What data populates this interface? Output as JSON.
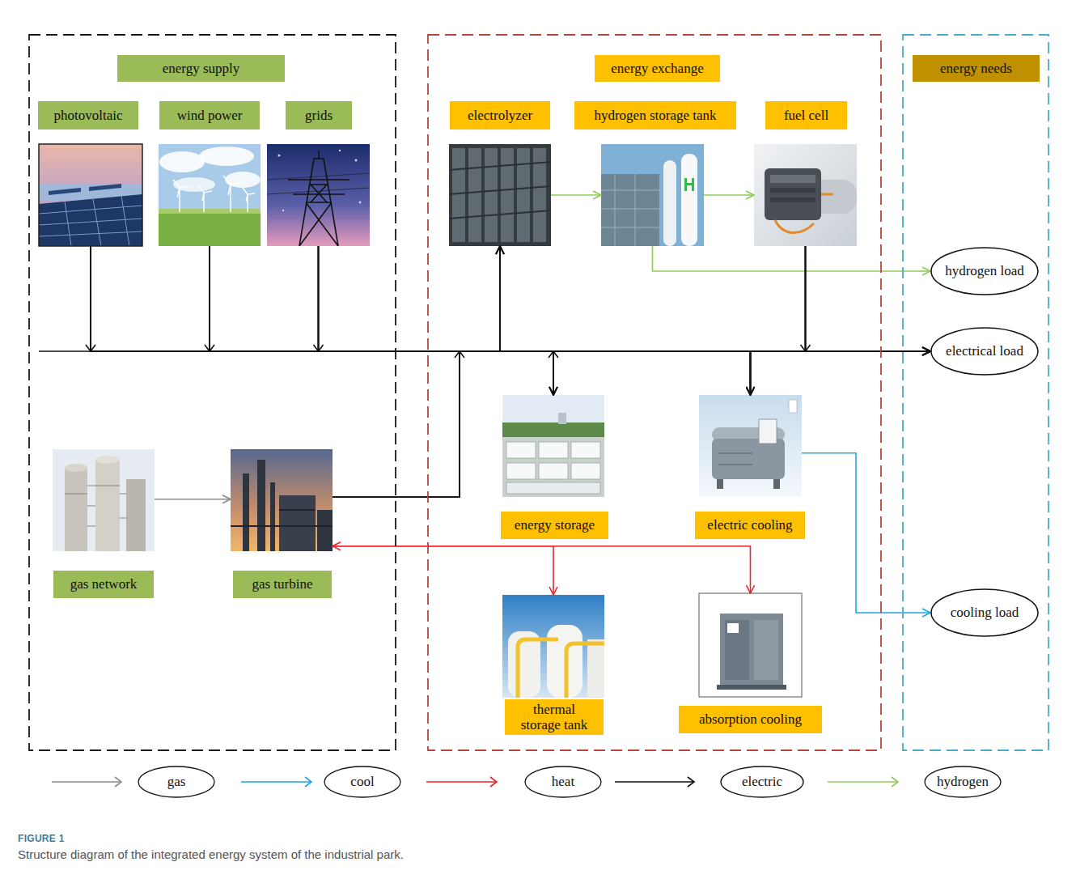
{
  "diagram": {
    "caption": "Structure diagram of the integrated energy system of the industrial park.",
    "nodes": [
      {
        "text": [
          "energy supply"
        ]
      },
      {
        "text": [
          "photovoltaic"
        ],
        "in": 0
      },
      {
        "text": [
          "wind power"
        ],
        "in": 0
      },
      {
        "text": [
          "grids"
        ],
        "in": 0
      },
      {
        "text": [
          "gas network"
        ],
        "in": 0
      },
      {
        "text": [
          "gas turbine"
        ],
        "in": 0
      },
      {
        "text": [
          "energy exchange"
        ]
      },
      {
        "text": [
          "electrolyzer"
        ],
        "in": 6
      },
      {
        "text": [
          "hydrogen storage tank"
        ],
        "in": 6
      },
      {
        "text": [
          "fuel cell"
        ],
        "in": 6
      },
      {
        "text": [
          "energy storage"
        ],
        "in": 6
      },
      {
        "text": [
          "electric cooling"
        ],
        "in": 6
      },
      {
        "text": [
          "thermal storage tank"
        ],
        "in": 6
      },
      {
        "text": [
          "absorption cooling"
        ],
        "in": 6
      },
      {
        "text": [
          "energy needs"
        ]
      },
      {
        "text": [
          "hydrogen load"
        ],
        "in": 14
      },
      {
        "text": [
          "electrical load"
        ],
        "in": 14
      },
      {
        "text": [
          "cooling load"
        ],
        "in": 14
      }
    ],
    "edges": [
      {
        "from": 4,
        "to": 5,
        "arrow": "to"
      },
      {
        "from": 5,
        "to": 12,
        "arrow": "both"
      },
      {
        "from": 5,
        "to": 13,
        "arrow": "to"
      },
      {
        "from": 7,
        "to": 8,
        "arrow": "to"
      },
      {
        "from": 8,
        "to": 9,
        "arrow": "to"
      },
      {
        "from": 8,
        "to": 15,
        "arrow": "to"
      },
      {
        "from": 11,
        "to": 17,
        "arrow": "to"
      },
      {
        "from": 1,
        "to": 7,
        "arrow": "to"
      },
      {
        "from": 1,
        "to": 10,
        "arrow": "to"
      },
      {
        "from": 1,
        "to": 11,
        "arrow": "to"
      },
      {
        "from": 1,
        "to": 16,
        "arrow": "to"
      },
      {
        "from": 2,
        "to": 7,
        "arrow": "to"
      },
      {
        "from": 2,
        "to": 10,
        "arrow": "to"
      },
      {
        "from": 2,
        "to": 11,
        "arrow": "to"
      },
      {
        "from": 2,
        "to": 16,
        "arrow": "to"
      },
      {
        "from": 3,
        "to": 7,
        "arrow": "to"
      },
      {
        "from": 3,
        "to": 10,
        "arrow": "to"
      },
      {
        "from": 3,
        "to": 11,
        "arrow": "to"
      },
      {
        "from": 3,
        "to": 16,
        "arrow": "to"
      },
      {
        "from": 5,
        "to": 7,
        "arrow": "to"
      },
      {
        "from": 5,
        "to": 10,
        "arrow": "to"
      },
      {
        "from": 5,
        "to": 11,
        "arrow": "to"
      },
      {
        "from": 5,
        "to": 16,
        "arrow": "to"
      },
      {
        "from": 9,
        "to": 7,
        "arrow": "to"
      },
      {
        "from": 9,
        "to": 10,
        "arrow": "to"
      },
      {
        "from": 9,
        "to": 11,
        "arrow": "to"
      },
      {
        "from": 9,
        "to": 16,
        "arrow": "to"
      },
      {
        "from": 10,
        "to": 7,
        "arrow": "to"
      },
      {
        "from": 10,
        "to": 11,
        "arrow": "to"
      },
      {
        "from": 10,
        "to": 16,
        "arrow": "to"
      }
    ],
    "labels": [
      "FIGURE 1"
    ],
    "legend": [
      {
        "text": "gas"
      },
      {
        "text": "cool"
      },
      {
        "text": "heat"
      },
      {
        "text": "electric"
      },
      {
        "text": "hydrogen"
      }
    ]
  }
}
